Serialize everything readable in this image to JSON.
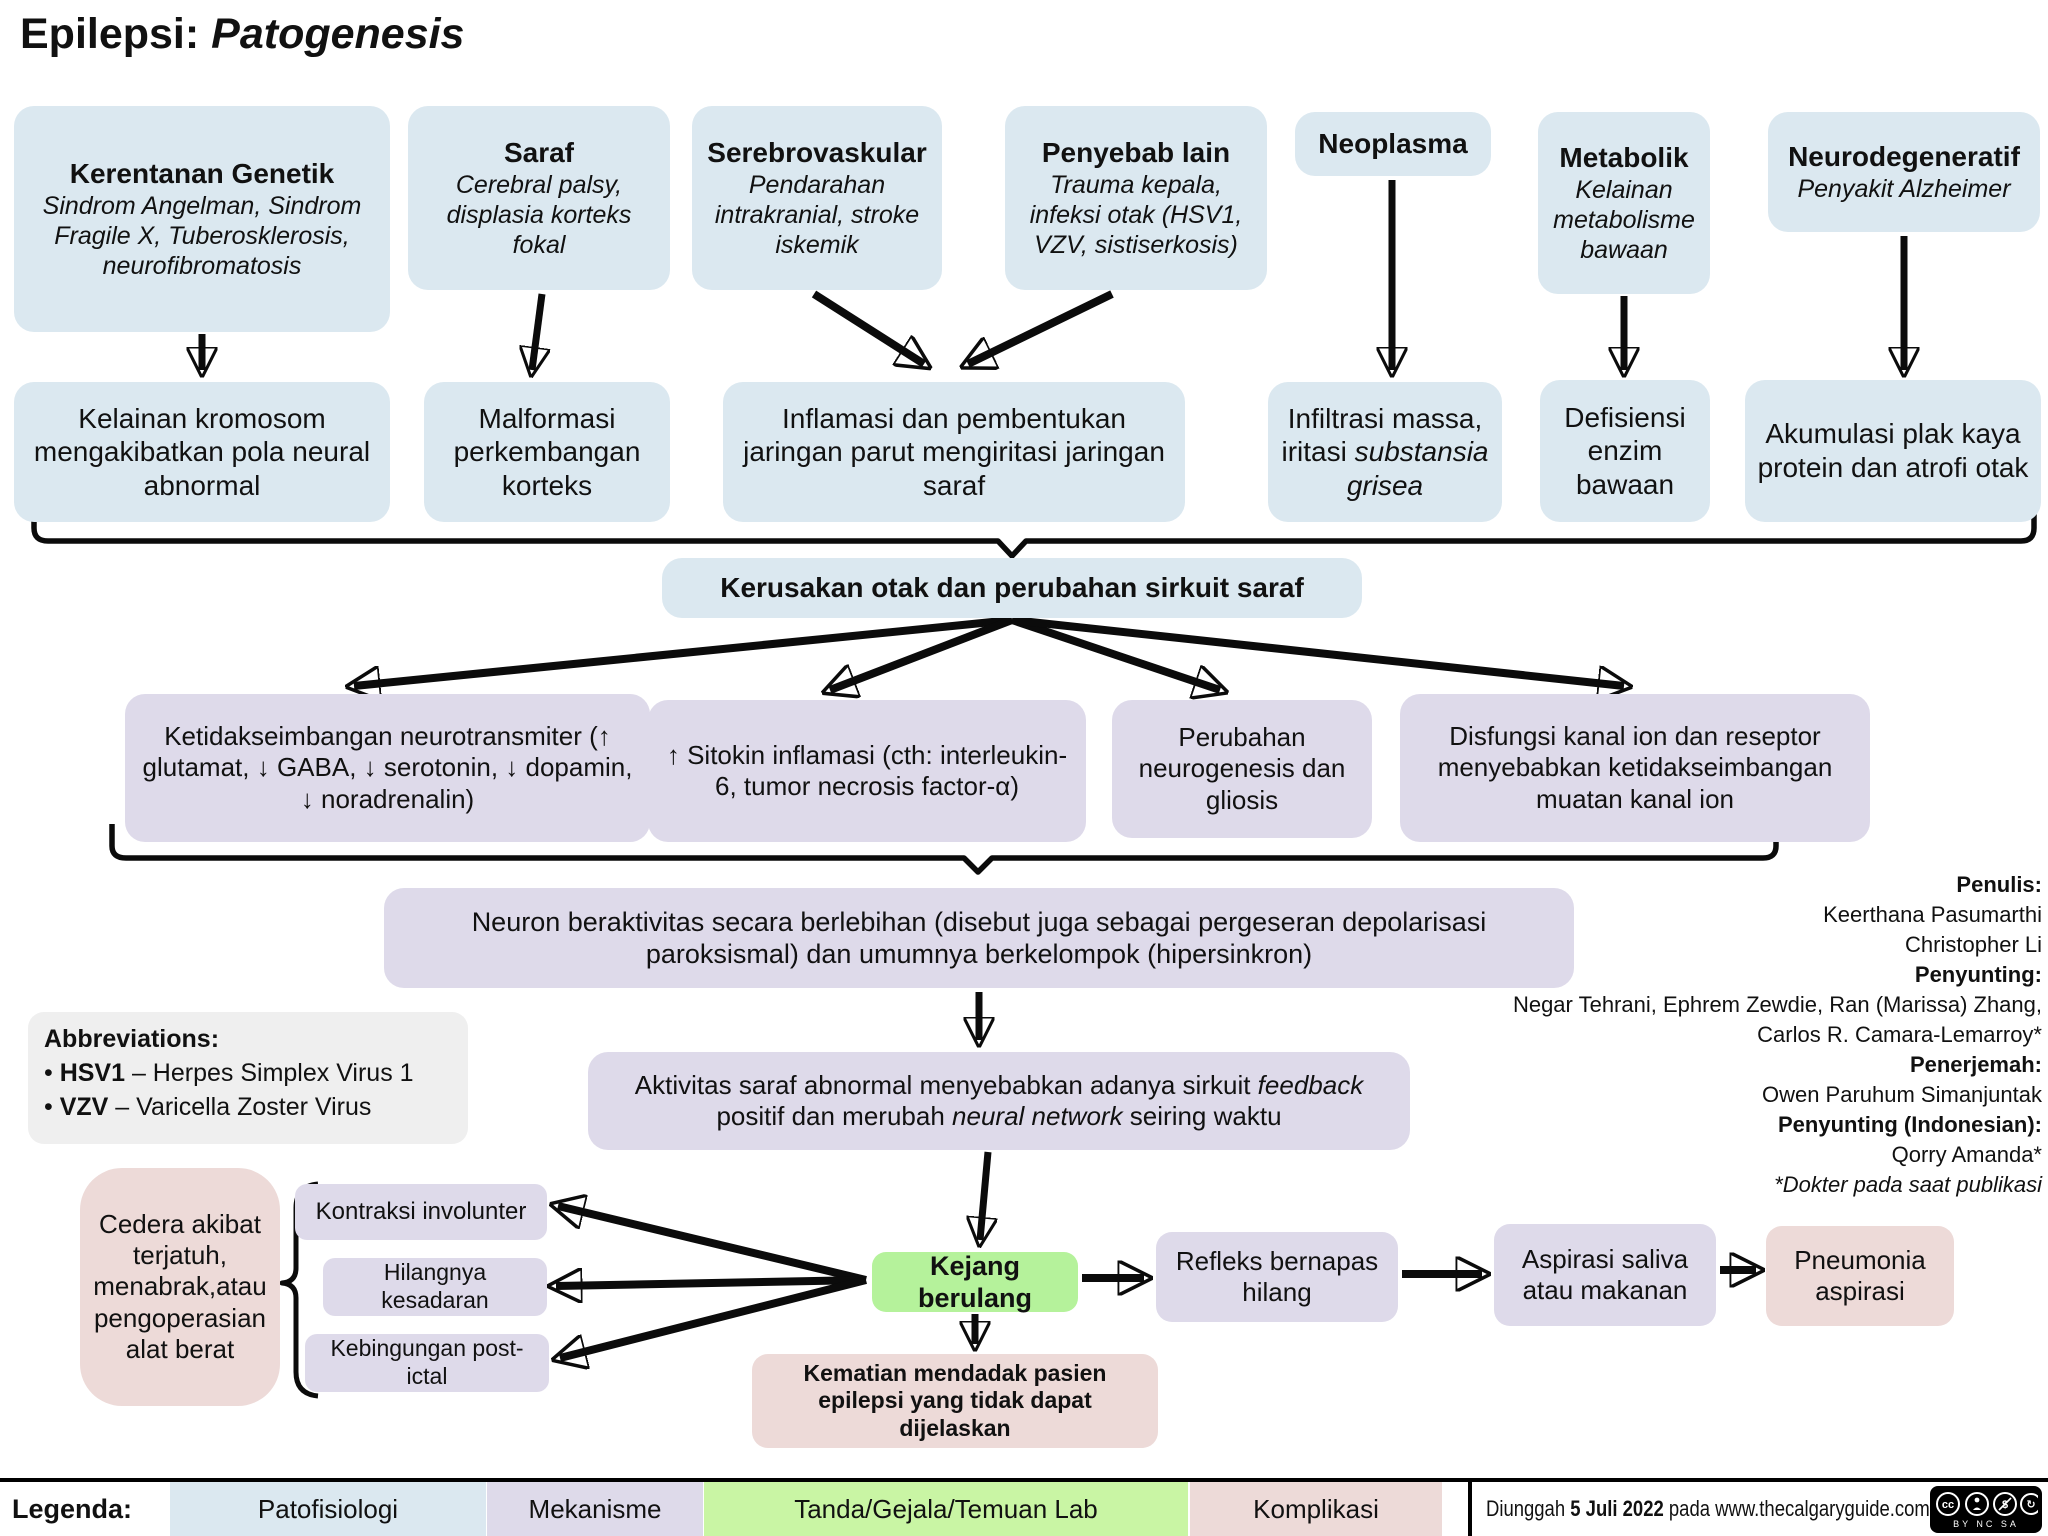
{
  "title": {
    "main": "Epilepsi:",
    "emphasis": "Patogenesis"
  },
  "causes_row": [
    {
      "title": "Kerentanan Genetik",
      "detail": "Sindrom Angelman, Sindrom Fragile X, Tuberosklerosis, neurofibromatosis"
    },
    {
      "title": "Saraf",
      "detail": "Cerebral palsy, displasia korteks fokal"
    },
    {
      "title": "Serebrovaskular",
      "detail": "Pendarahan intrakranial, stroke iskemik"
    },
    {
      "title": "Penyebab lain",
      "detail": "Trauma kepala, infeksi otak (HSV1, VZV, sistiserkosis)"
    },
    {
      "title": "Neoplasma",
      "detail": ""
    },
    {
      "title": "Metabolik",
      "detail": "Kelainan metabolisme bawaan"
    },
    {
      "title": "Neurodegeneratif",
      "detail": "Penyakit Alzheimer"
    }
  ],
  "process_row": [
    {
      "text": "Kelainan kromosom mengakibatkan pola neural abnormal"
    },
    {
      "text": "Malformasi perkembangan korteks"
    },
    {
      "text": "Inflamasi dan pembentukan jaringan parut mengiritasi jaringan saraf"
    },
    {
      "text": "Infiltrasi massa, iritasi ",
      "italic": "substansia grisea"
    },
    {
      "text": "Defisiensi enzim bawaan"
    },
    {
      "text": "Akumulasi plak kaya protein dan atrofi otak"
    }
  ],
  "damage_box": "Kerusakan otak dan perubahan sirkuit saraf",
  "mechanism_row": [
    "Ketidakseimbangan neurotransmiter (↑ glutamat, ↓ GABA, ↓ serotonin, ↓ dopamin, ↓ noradrenalin)",
    "↑ Sitokin inflamasi (cth: interleukin-6, tumor necrosis factor-α)",
    "Perubahan neurogenesis dan gliosis",
    "Disfungsi kanal ion dan reseptor menyebabkan ketidakseimbangan muatan kanal ion"
  ],
  "neuron_box": "Neuron beraktivitas secara berlebihan (disebut juga sebagai pergeseran depolarisasi paroksismal) dan umumnya berkelompok (hipersinkron)",
  "feedback_box": {
    "part1": "Aktivitas saraf abnormal menyebabkan adanya sirkuit ",
    "italic1": "feedback",
    "part2": " positif dan merubah ",
    "italic2": "neural network",
    "part3": " seiring waktu"
  },
  "abbreviations": {
    "heading": "Abbreviations:",
    "items": [
      {
        "abbr": "HSV1",
        "definition": " – Herpes Simplex Virus 1"
      },
      {
        "abbr": "VZV",
        "definition": " – Varicella Zoster Virus"
      }
    ]
  },
  "credits": {
    "lines": [
      "Penulis:",
      "Keerthana Pasumarthi",
      "Christopher Li",
      "Penyunting:",
      "Negar Tehrani, Ephrem Zewdie, Ran (Marissa) Zhang,",
      "Carlos R. Camara-Lemarroy*",
      "Penerjemah:",
      "Owen Paruhum Simanjuntak",
      "Penyunting (Indonesian):",
      "Qorry Amanda*",
      "*Dokter pada saat publikasi"
    ]
  },
  "injury_box": "Cedera akibat terjatuh, menabrak,atau pengoperasian alat berat",
  "sign_boxes": [
    "Kontraksi involunter",
    "Hilangnya kesadaran",
    "Kebingungan post-ictal"
  ],
  "seizure_box": "Kejang berulang",
  "reflex_box": "Refleks bernapas hilang",
  "aspiration_box": "Aspirasi saliva atau makanan",
  "pneumonia_box": "Pneumonia aspirasi",
  "sudep_box": "Kematian mendadak pasien epilepsi yang tidak dapat dijelaskan",
  "legend": {
    "label": "Legenda:",
    "items": [
      "Patofisiologi",
      "Mekanisme",
      "Tanda/Gejala/Temuan Lab",
      "Komplikasi"
    ]
  },
  "footer": {
    "prefix": "Diunggah ",
    "date": "5 Juli 2022",
    "suffix": " pada www.thecalgaryguide.com"
  },
  "license": {
    "label": "BY NC SA"
  },
  "colors": {
    "pathophysiology": "#dbe8f0",
    "mechanism": "#dedaea",
    "sign": "#b5f29b",
    "complication": "#eddad8",
    "legend_sign": "#c9f5a4",
    "abbreviation_bg": "#efefef",
    "arrow": "#0b0b0b"
  }
}
